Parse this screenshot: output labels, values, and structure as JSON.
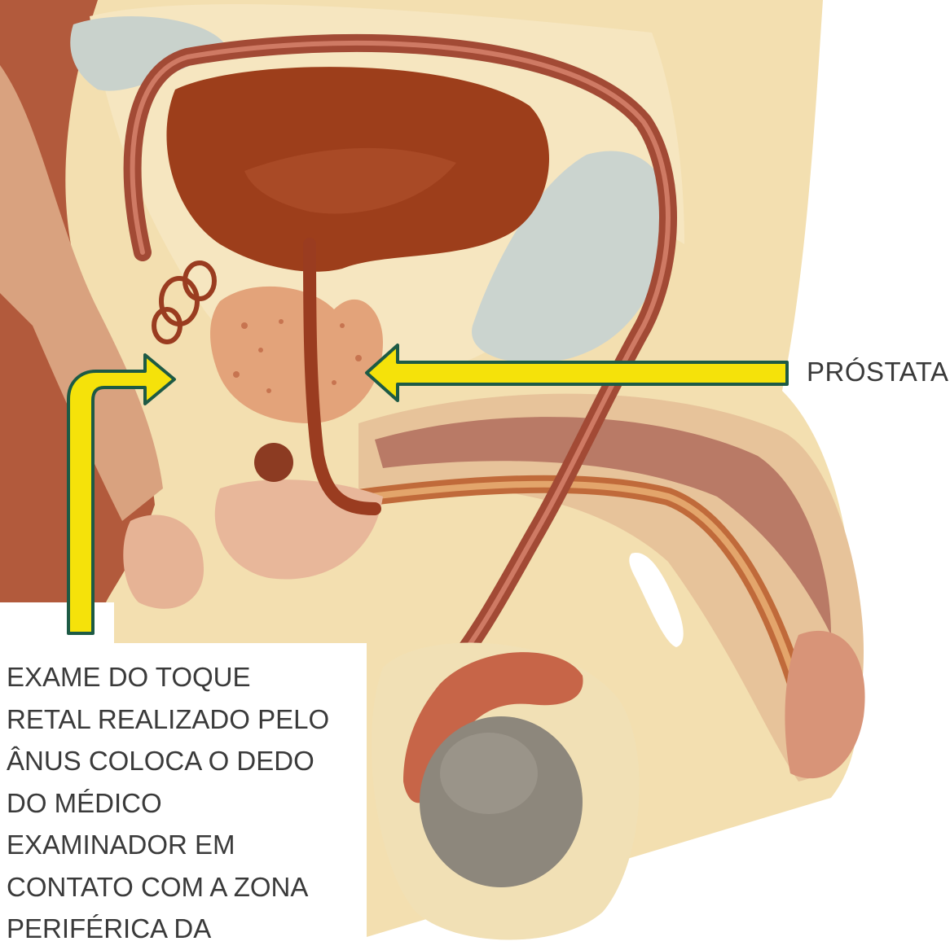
{
  "labels": {
    "prostata": "PRÓSTATA"
  },
  "caption": {
    "lines": [
      "EXAME DO TOQUE",
      "RETAL REALIZADO PELO",
      "ÂNUS COLOCA O DEDO",
      "DO MÉDICO",
      "EXAMINADOR EM",
      "CONTATO COM A ZONA",
      "PERIFÉRICA DA"
    ]
  },
  "colors": {
    "arrow_fill": "#f5e20a",
    "arrow_outline": "#1d5a45",
    "skin": "#f3dfb0",
    "organ_dark": "#a4441f",
    "duct": "#b0523e",
    "bladder_fill": "#9d3e1b",
    "seminal_vesicle": "#cbd4cf",
    "testis": "#8d877c"
  }
}
